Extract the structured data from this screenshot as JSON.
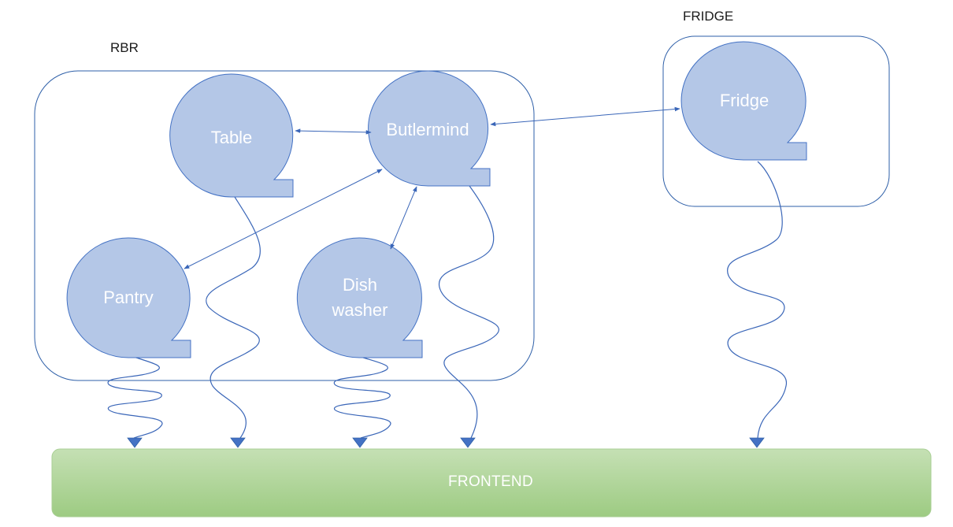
{
  "groups": {
    "rbr": {
      "label": "RBR"
    },
    "fridge": {
      "label": "FRIDGE"
    }
  },
  "nodes": {
    "table": {
      "label": "Table"
    },
    "butlermind": {
      "label": "Butlermind"
    },
    "pantry": {
      "label": "Pantry"
    },
    "dishwasher": {
      "label": "Dish\nwasher"
    },
    "fridge": {
      "label": "Fridge"
    }
  },
  "frontend": {
    "label": "FRONTEND"
  },
  "colors": {
    "node_fill": "#b4c7e7",
    "node_stroke": "#4472c4",
    "group_stroke": "#2e5fa8",
    "arrow": "#3a66b8",
    "frontend_top": "#c5e0b4",
    "frontend_bottom": "#a9d18e"
  }
}
